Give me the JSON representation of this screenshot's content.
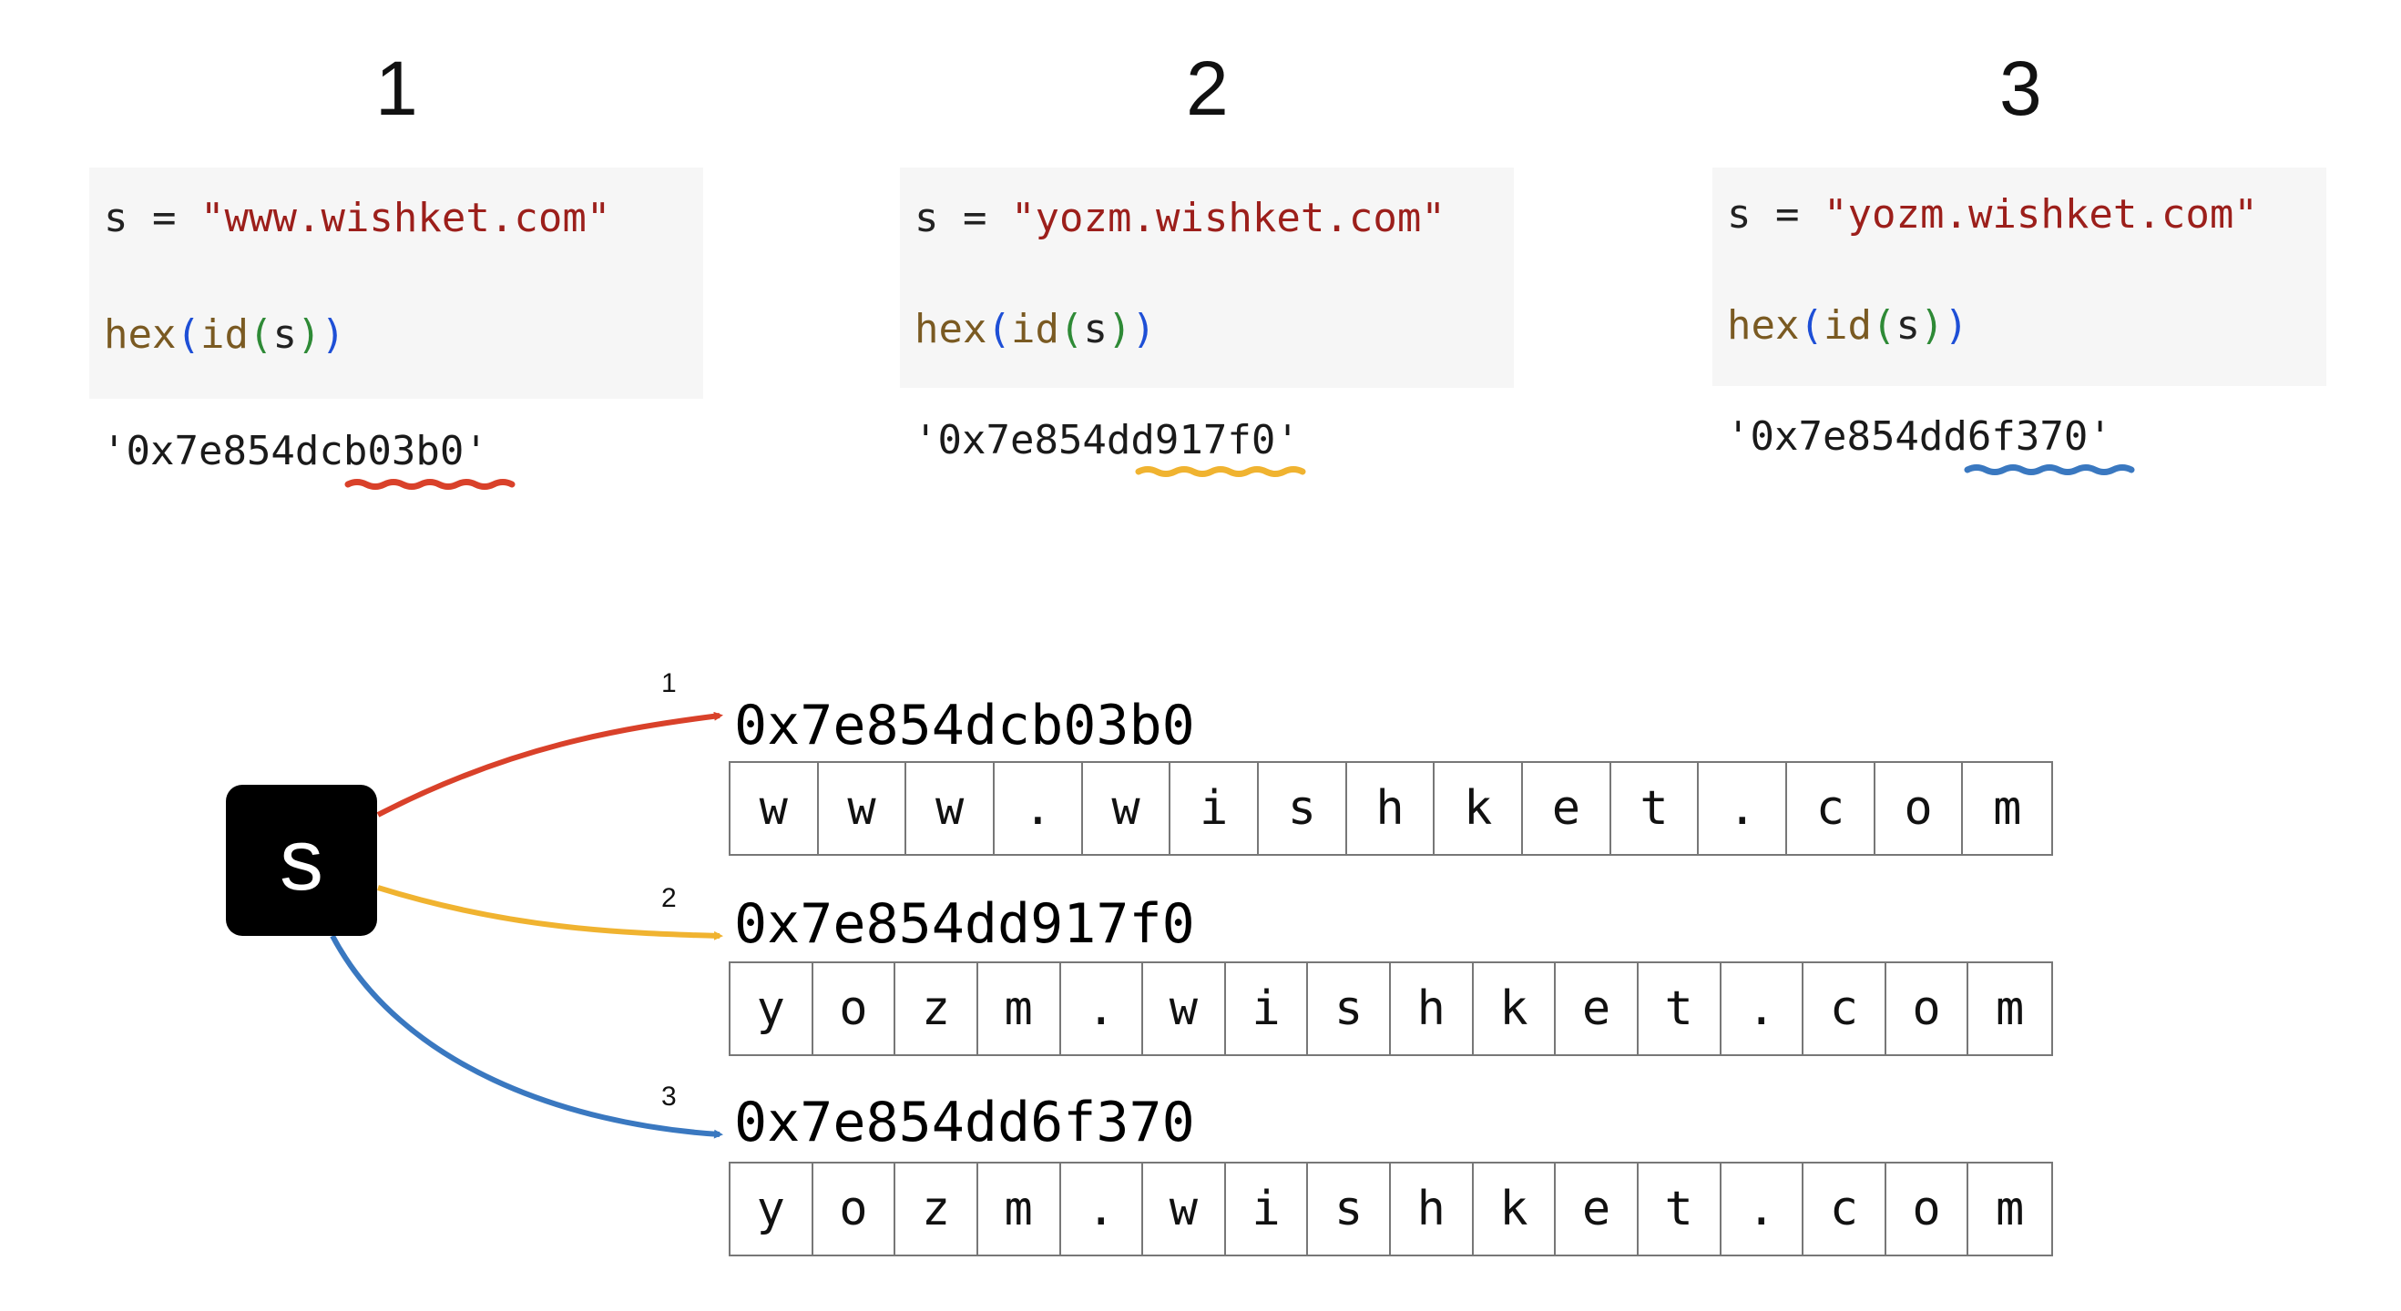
{
  "steps": [
    {
      "number": "1",
      "assign": {
        "var": "s",
        "op": "=",
        "value": "\"www.wishket.com\""
      },
      "call": {
        "fn": "hex",
        "inner_fn": "id",
        "arg": "s",
        "open1": "(",
        "open2": "(",
        "close2": ")",
        "close1": ")"
      },
      "output_prefix": "'0x7e854dc",
      "output_highlight": "b03b0",
      "output_suffix": "'",
      "underline_color": "#d9412a"
    },
    {
      "number": "2",
      "assign": {
        "var": "s",
        "op": "=",
        "value": "\"yozm.wishket.com\""
      },
      "call": {
        "fn": "hex",
        "inner_fn": "id",
        "arg": "s",
        "open1": "(",
        "open2": "(",
        "close2": ")",
        "close1": ")"
      },
      "output_prefix": "'0x7e854dd",
      "output_highlight": "917f0",
      "output_suffix": "'",
      "underline_color": "#f0b330"
    },
    {
      "number": "3",
      "assign": {
        "var": "s",
        "op": "=",
        "value": "\"yozm.wishket.com\""
      },
      "call": {
        "fn": "hex",
        "inner_fn": "id",
        "arg": "s",
        "open1": "(",
        "open2": "(",
        "close2": ")",
        "close1": ")"
      },
      "output_prefix": "'0x7e854dd",
      "output_highlight": "6f370",
      "output_suffix": "'",
      "underline_color": "#3a78c0"
    }
  ],
  "diagram": {
    "variable": "s",
    "objects": [
      {
        "arrow_label": "1",
        "address": "0x7e854dcb03b0",
        "arrow_color": "#d9412a",
        "chars": [
          "w",
          "w",
          "w",
          ".",
          "w",
          "i",
          "s",
          "h",
          "k",
          "e",
          "t",
          ".",
          "c",
          "o",
          "m"
        ]
      },
      {
        "arrow_label": "2",
        "address": "0x7e854dd917f0",
        "arrow_color": "#f0b330",
        "chars": [
          "y",
          "o",
          "z",
          "m",
          ".",
          "w",
          "i",
          "s",
          "h",
          "k",
          "e",
          "t",
          ".",
          "c",
          "o",
          "m"
        ]
      },
      {
        "arrow_label": "3",
        "address": "0x7e854dd6f370",
        "arrow_color": "#3a78c0",
        "chars": [
          "y",
          "o",
          "z",
          "m",
          ".",
          "w",
          "i",
          "s",
          "h",
          "k",
          "e",
          "t",
          ".",
          "c",
          "o",
          "m"
        ]
      }
    ]
  }
}
